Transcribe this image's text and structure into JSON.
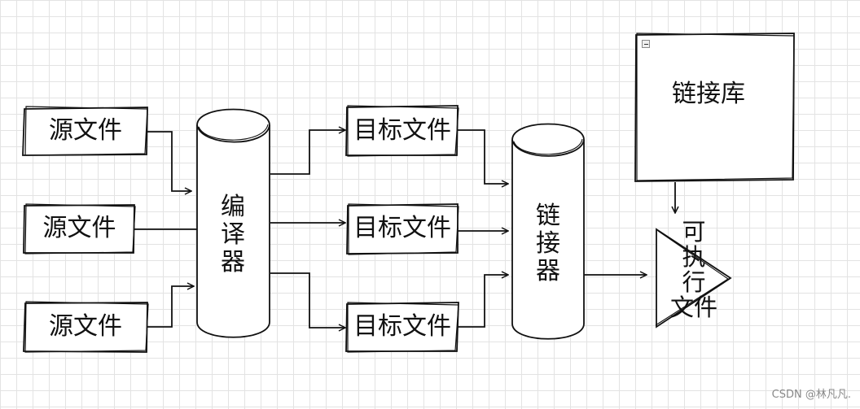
{
  "diagram": {
    "source_files": [
      {
        "label": "源文件"
      },
      {
        "label": "源文件"
      },
      {
        "label": "源文件"
      }
    ],
    "compiler": {
      "label": "编译器"
    },
    "object_files": [
      {
        "label": "目标文件"
      },
      {
        "label": "目标文件"
      },
      {
        "label": "目标文件"
      }
    ],
    "linker": {
      "label": "链接器"
    },
    "library": {
      "label": "链接库",
      "collapse_icon": "minus-square-icon"
    },
    "executable": {
      "lines": [
        "可",
        "执",
        "行",
        "文件"
      ]
    }
  },
  "watermark": {
    "text": "CSDN @林凡凡."
  },
  "colors": {
    "grid": "#e3e3e3",
    "stroke": "#111111",
    "text": "#111111",
    "watermark": "#888888",
    "background": "#ffffff"
  }
}
